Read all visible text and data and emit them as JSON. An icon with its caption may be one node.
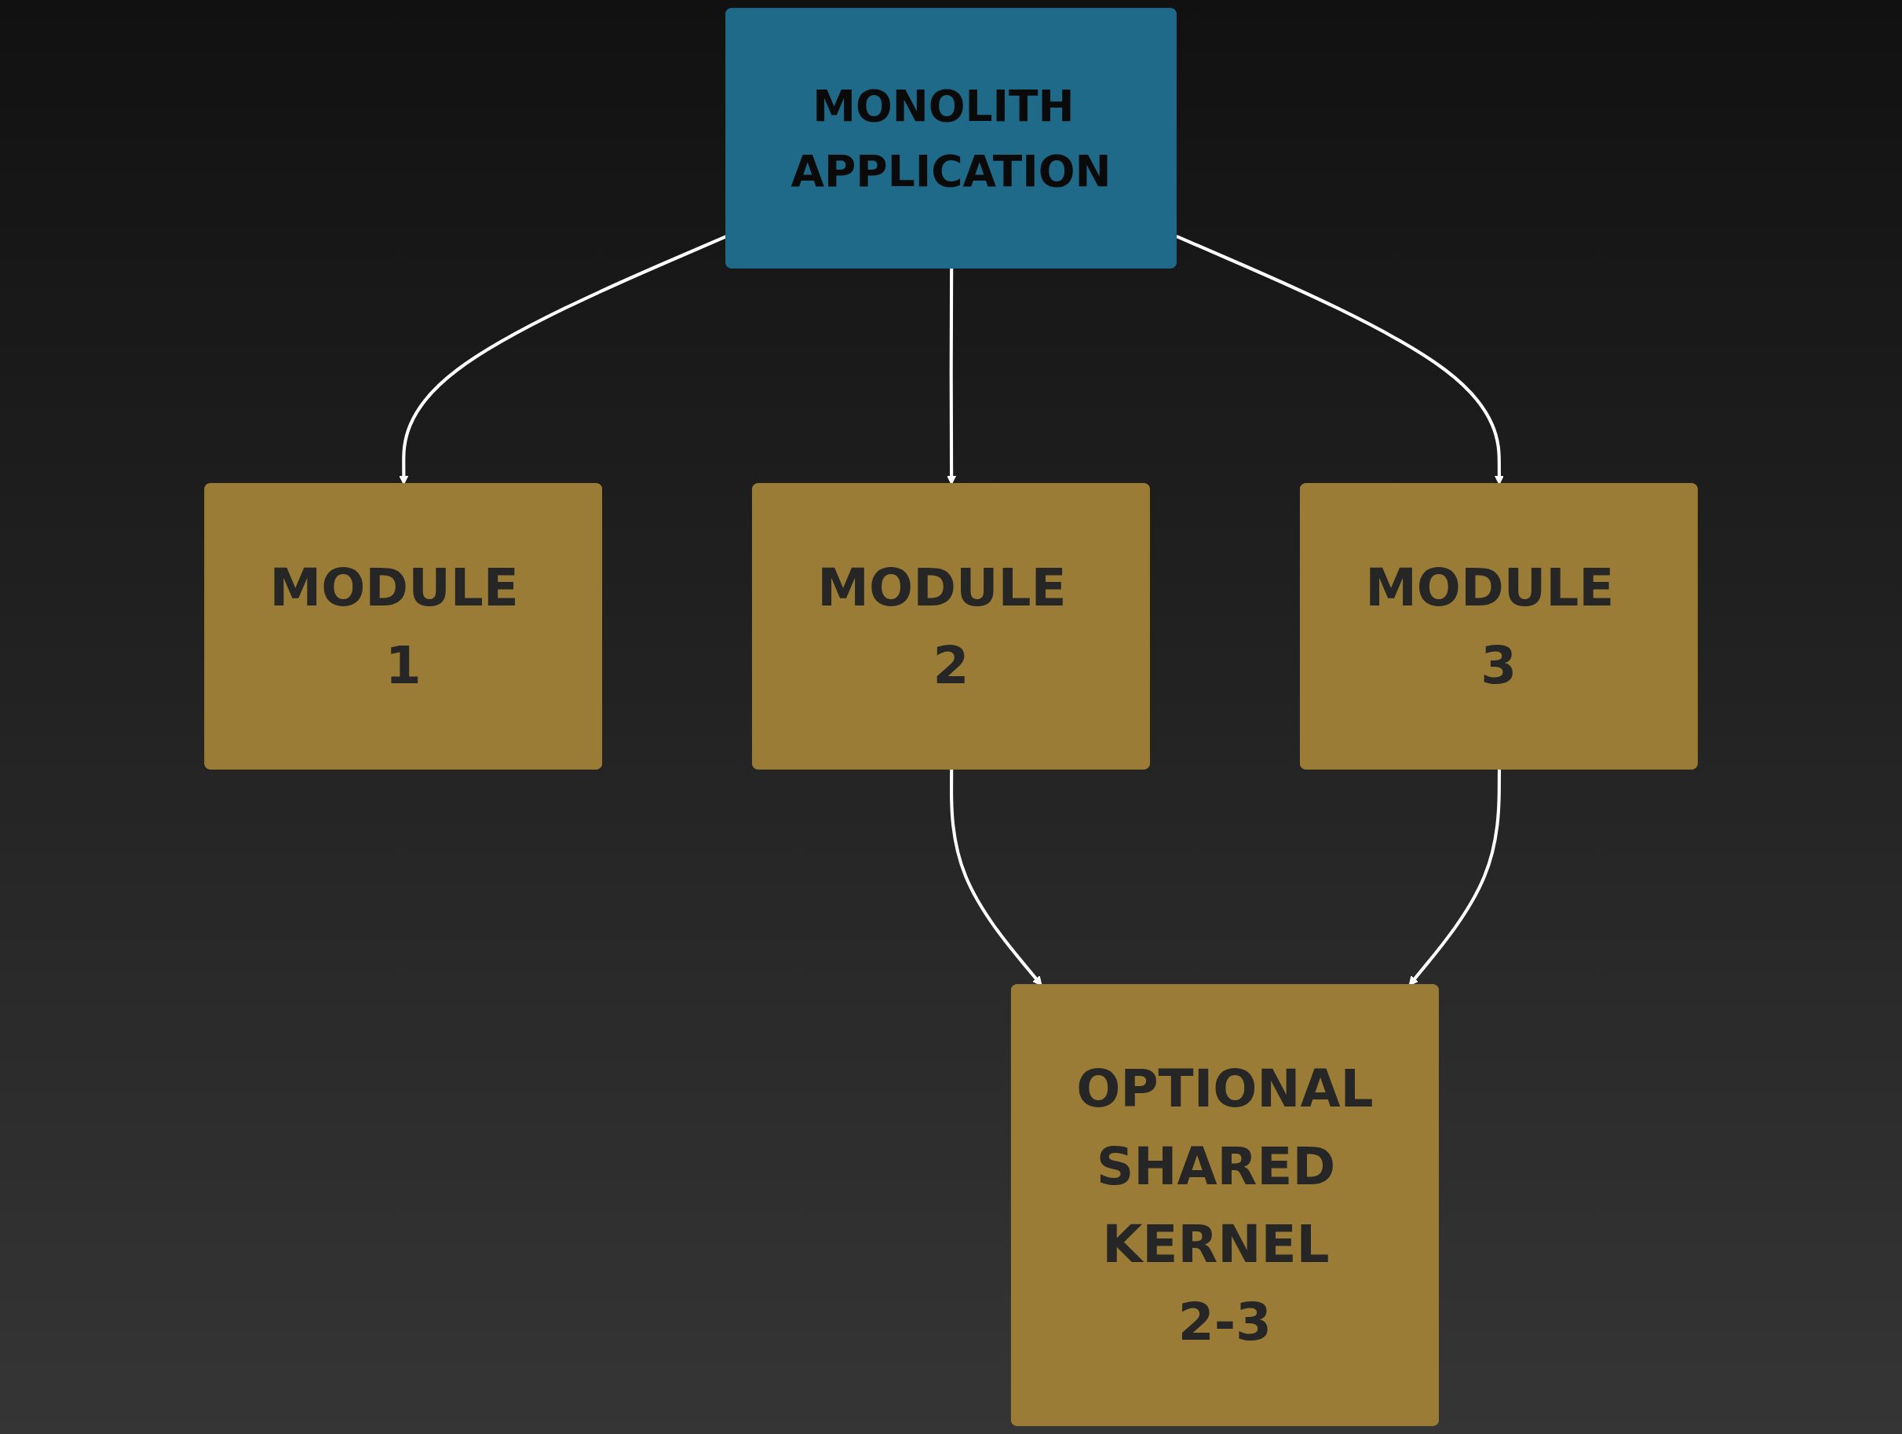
{
  "diagram": {
    "nodes": [
      {
        "text": [
          "MONOLITH APPLICATION"
        ]
      },
      {
        "text": [
          "MODULE 1"
        ]
      },
      {
        "text": [
          "MODULE 2"
        ]
      },
      {
        "text": [
          "MODULE 3"
        ]
      },
      {
        "text": [
          "OPTIONAL",
          "SHARED KERNEL 2-3"
        ]
      }
    ],
    "edges": [
      {
        "from": 0,
        "to": 1,
        "arrow": "to"
      },
      {
        "from": 0,
        "to": 2,
        "arrow": "to"
      },
      {
        "from": 0,
        "to": 3,
        "arrow": "to"
      },
      {
        "from": 2,
        "to": 4,
        "arrow": "to"
      },
      {
        "from": 3,
        "to": 4,
        "arrow": "to"
      }
    ]
  }
}
